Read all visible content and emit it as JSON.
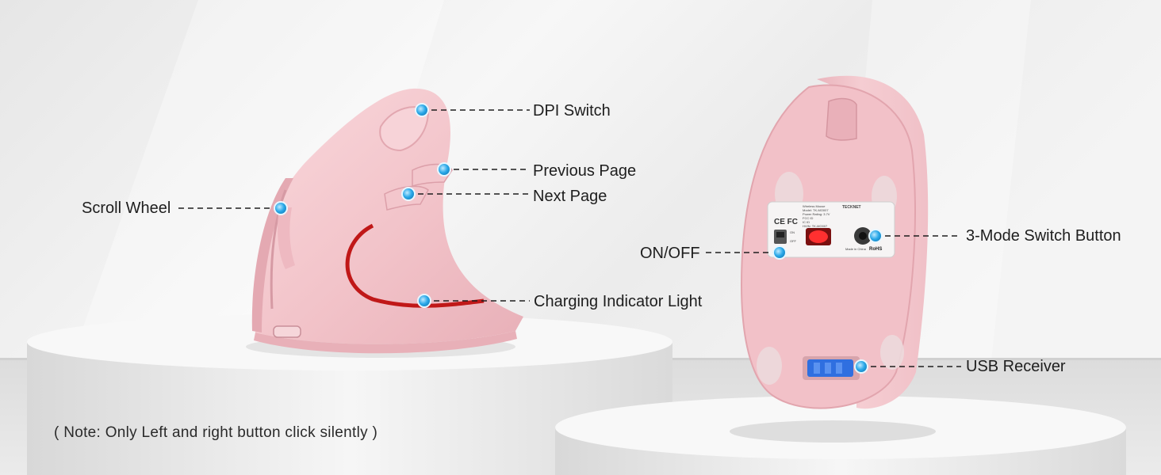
{
  "callouts": {
    "dpi_switch": "DPI Switch",
    "previous_page": "Previous Page",
    "next_page": "Next Page",
    "scroll_wheel": "Scroll Wheel",
    "charging_indicator": "Charging Indicator Light",
    "on_off": "ON/OFF",
    "three_mode_switch": "3-Mode Switch Button",
    "usb_receiver": "USB Receiver"
  },
  "note": "( Note: Only Left and right button click silently )",
  "product_label": {
    "brand": "TECKNET",
    "lines": [
      "Wireless Mouse",
      "Model: TK-MO007",
      "Power Rating: 3.7V",
      "FCC ID",
      "IC ID",
      "HVIN: TK-MO007"
    ],
    "made_in": "Made in China",
    "rohs": "RoHS",
    "on": "ON",
    "off": "OFF",
    "certs": "CE FC"
  },
  "colors": {
    "mouse_pink": "#f4c9cf",
    "indicator_red": "#e8282a",
    "callout_dot": "#2aa8e8",
    "receiver_blue": "#2f6fe0",
    "pedestal": "#f8f8f8"
  }
}
